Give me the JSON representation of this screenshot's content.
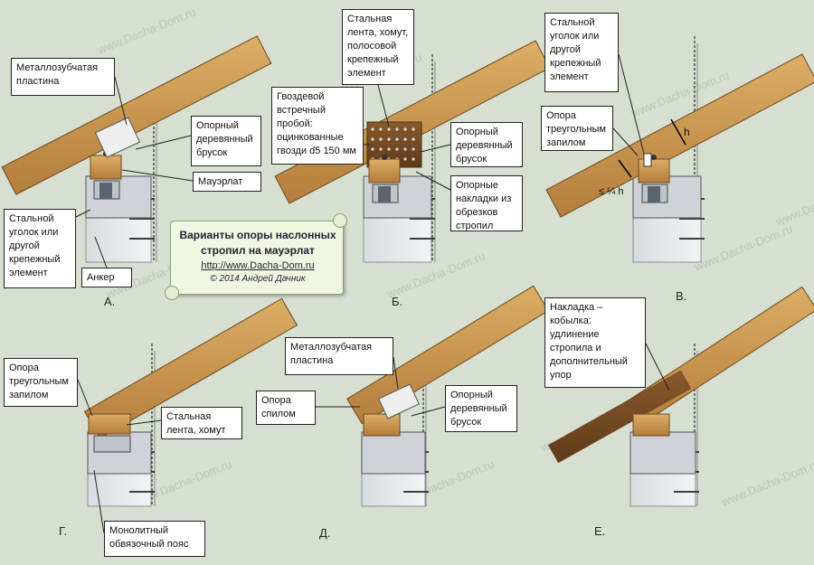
{
  "title": {
    "line1": "Варианты опоры наслонных",
    "line2": "стропил на мауэрлат",
    "url": "http://www.Dacha-Dom.ru",
    "copyright": "© 2014 Андрей Дачник"
  },
  "watermark": "www.Dacha-Dom.ru",
  "panels": {
    "a": "А.",
    "b": "Б.",
    "v": "В.",
    "g": "Г.",
    "d": "Д.",
    "e": "Е."
  },
  "callouts": {
    "a_plate": "Металлозубчатая\nпластина",
    "a_bar": "Опорный\nдеревянный\nбрусок",
    "a_mauerlat": "Мауэрлат",
    "a_angle": "Стальной\nуголок  или\nдругой\nкрепежный\nэлемент",
    "a_anchor": "Анкер",
    "b_band": "Стальная\nлента, хомут,\nполосовой\nкрепежный\nэлемент",
    "b_nails": "Гвоздевой\nвстречный\nпробой:\nоцинкованные\nгвозди d5 150 мм",
    "b_bar": "Опорный\nдеревянный\nбрусок",
    "b_pads": "Опорные\nнакладки из\nобрезков\nстропил",
    "v_angle": "Стальной\nуголок  или\nдругой\nкрепежный\nэлемент",
    "v_notch": "Опора\nтреугольным\nзапилом",
    "v_h": "h",
    "v_quarter": "≤ ¼ h",
    "g_notch": "Опора\nтреугольным\nзапилом",
    "g_band": "Стальная\nлента, хомут",
    "g_belt": "Монолитный\nобвязочный пояс",
    "d_plate": "Металлозубчатая\nпластина",
    "d_cut": "Опора\nспилом",
    "d_bar": "Опорный\nдеревянный\nбрусок",
    "e_overlay": "Накладка –\nкобылка:\nудлинение\nстропила  и\nдополнительный\nупор"
  },
  "colors": {
    "background": "#d6dfd0",
    "wood": "#c9974f",
    "wood_dark": "#7a4a22",
    "wall": "#e4e6e8",
    "steel": "#5b6470"
  }
}
